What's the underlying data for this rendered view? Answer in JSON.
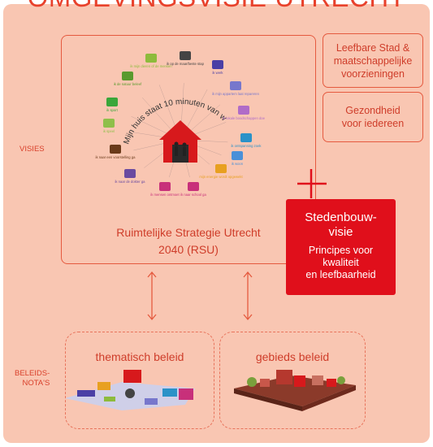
{
  "title": "OMGEVINGSVISIE UTRECHT",
  "left_labels": {
    "visies": "VISIES",
    "beleidsnotas_line1": "BELEIDS-",
    "beleidsnotas_line2": "NOTA'S"
  },
  "rsu": {
    "caption_line1": "Ruimtelijke Strategie Utrecht",
    "caption_line2": "2040 (RSU)",
    "center_text": "Mijn huis staat 10 minuten van waar...",
    "ring_items": [
      {
        "label": "ik de natuur beleef",
        "color": "#5a9a2e"
      },
      {
        "label": "ik mijn dieren of de mensen",
        "color": "#8dbb3c"
      },
      {
        "label": "ik op de maar/beste stap",
        "color": "#444444"
      },
      {
        "label": "ik werk",
        "color": "#4a3fa5"
      },
      {
        "label": "ik mijn appartem laat repareren",
        "color": "#7777cc"
      },
      {
        "label": "ik lokale boodschappen doe",
        "color": "#b06cc8"
      },
      {
        "label": "ik ontspanning zoek",
        "color": "#2a92c8"
      },
      {
        "label": "ik sport",
        "color": "#3aa63a"
      },
      {
        "label": "ik speel",
        "color": "#8fbf4a"
      },
      {
        "label": "ik naar een voorstelling ga",
        "color": "#6a3a1a"
      },
      {
        "label": "ik naar de dokter ga",
        "color": "#6a4aa0"
      },
      {
        "label": "ik mensen ontmoet",
        "color": "#c8307a"
      },
      {
        "label": "ik naar school ga",
        "color": "#c8307a"
      },
      {
        "label": "mijn energie wordt opgewekt",
        "color": "#e8a020"
      },
      {
        "label": "ik woon",
        "color": "#4a90d8"
      }
    ]
  },
  "vision_boxes": [
    {
      "text_line1": "Leefbare Stad &",
      "text_line2": "maatschappelijke",
      "text_line3": "voorzieningen"
    },
    {
      "text_line1": "Gezondheid",
      "text_line2": "voor iedereen"
    }
  ],
  "plus_symbol": "+",
  "stedenbouw": {
    "title_line1": "Stedenbouw-",
    "title_line2": "visie",
    "sub_line1": "Principes voor",
    "sub_line2": "kwaliteit",
    "sub_line3": "en leefbaarheid"
  },
  "policy_boxes": [
    {
      "label": "thematisch beleid"
    },
    {
      "label": "gebieds beleid"
    }
  ],
  "colors": {
    "panel": "#f9c6b2",
    "accent": "#e8412c",
    "red_box": "#e00f1b",
    "house": "#d7191c"
  }
}
